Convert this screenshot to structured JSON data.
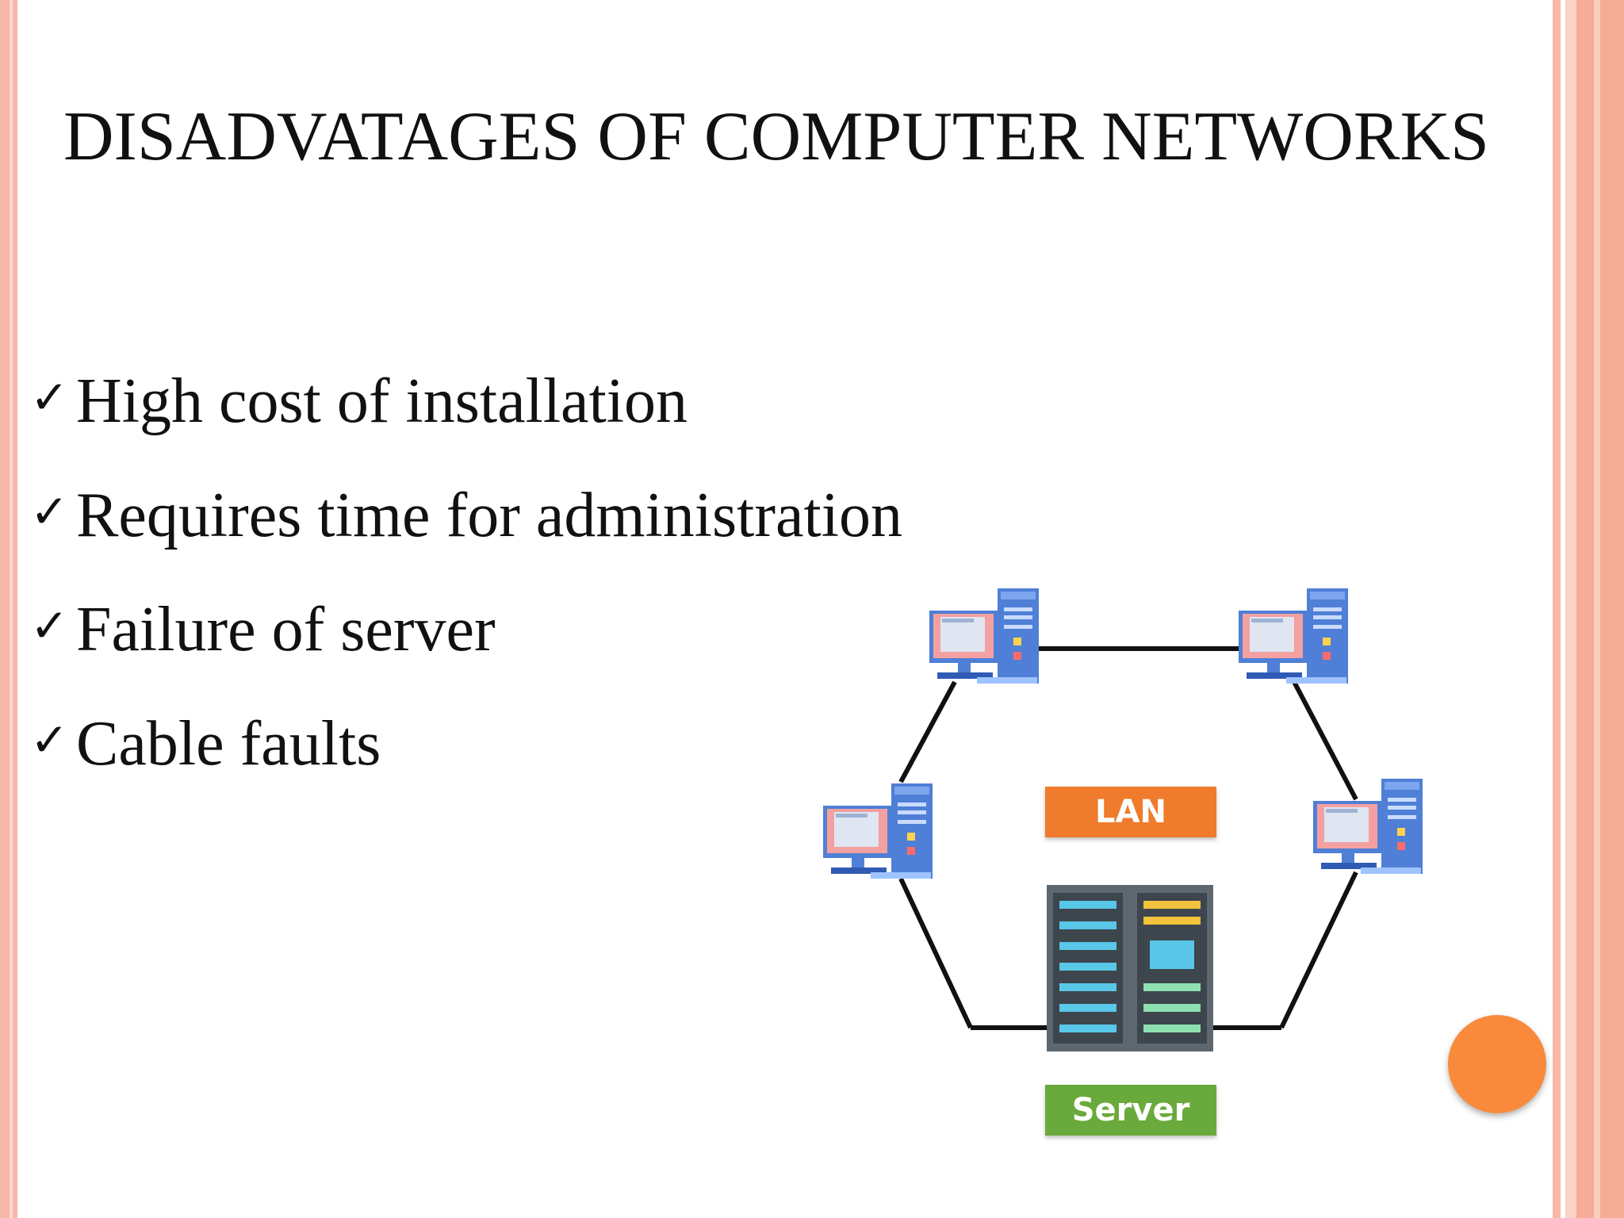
{
  "slide": {
    "title": "DISADVATAGES OF COMPUTER  NETWORKS",
    "check_glyph": "✓",
    "bullets": [
      "High cost of installation",
      "Requires time for administration",
      "Failure of server",
      "Cable faults"
    ]
  },
  "diagram": {
    "lan_label": "LAN",
    "server_label": "Server",
    "colors": {
      "lan": "#ef7b2c",
      "server": "#6aa93b",
      "monitor": "#f4a0a0",
      "tower": "#4f7fd6",
      "rack": "#6f7a84"
    },
    "icons": [
      "computer-icon",
      "server-rack-icon"
    ]
  },
  "decor": {
    "accent_circle_color": "#f98a3c",
    "border_color": "#f6b8a8"
  }
}
